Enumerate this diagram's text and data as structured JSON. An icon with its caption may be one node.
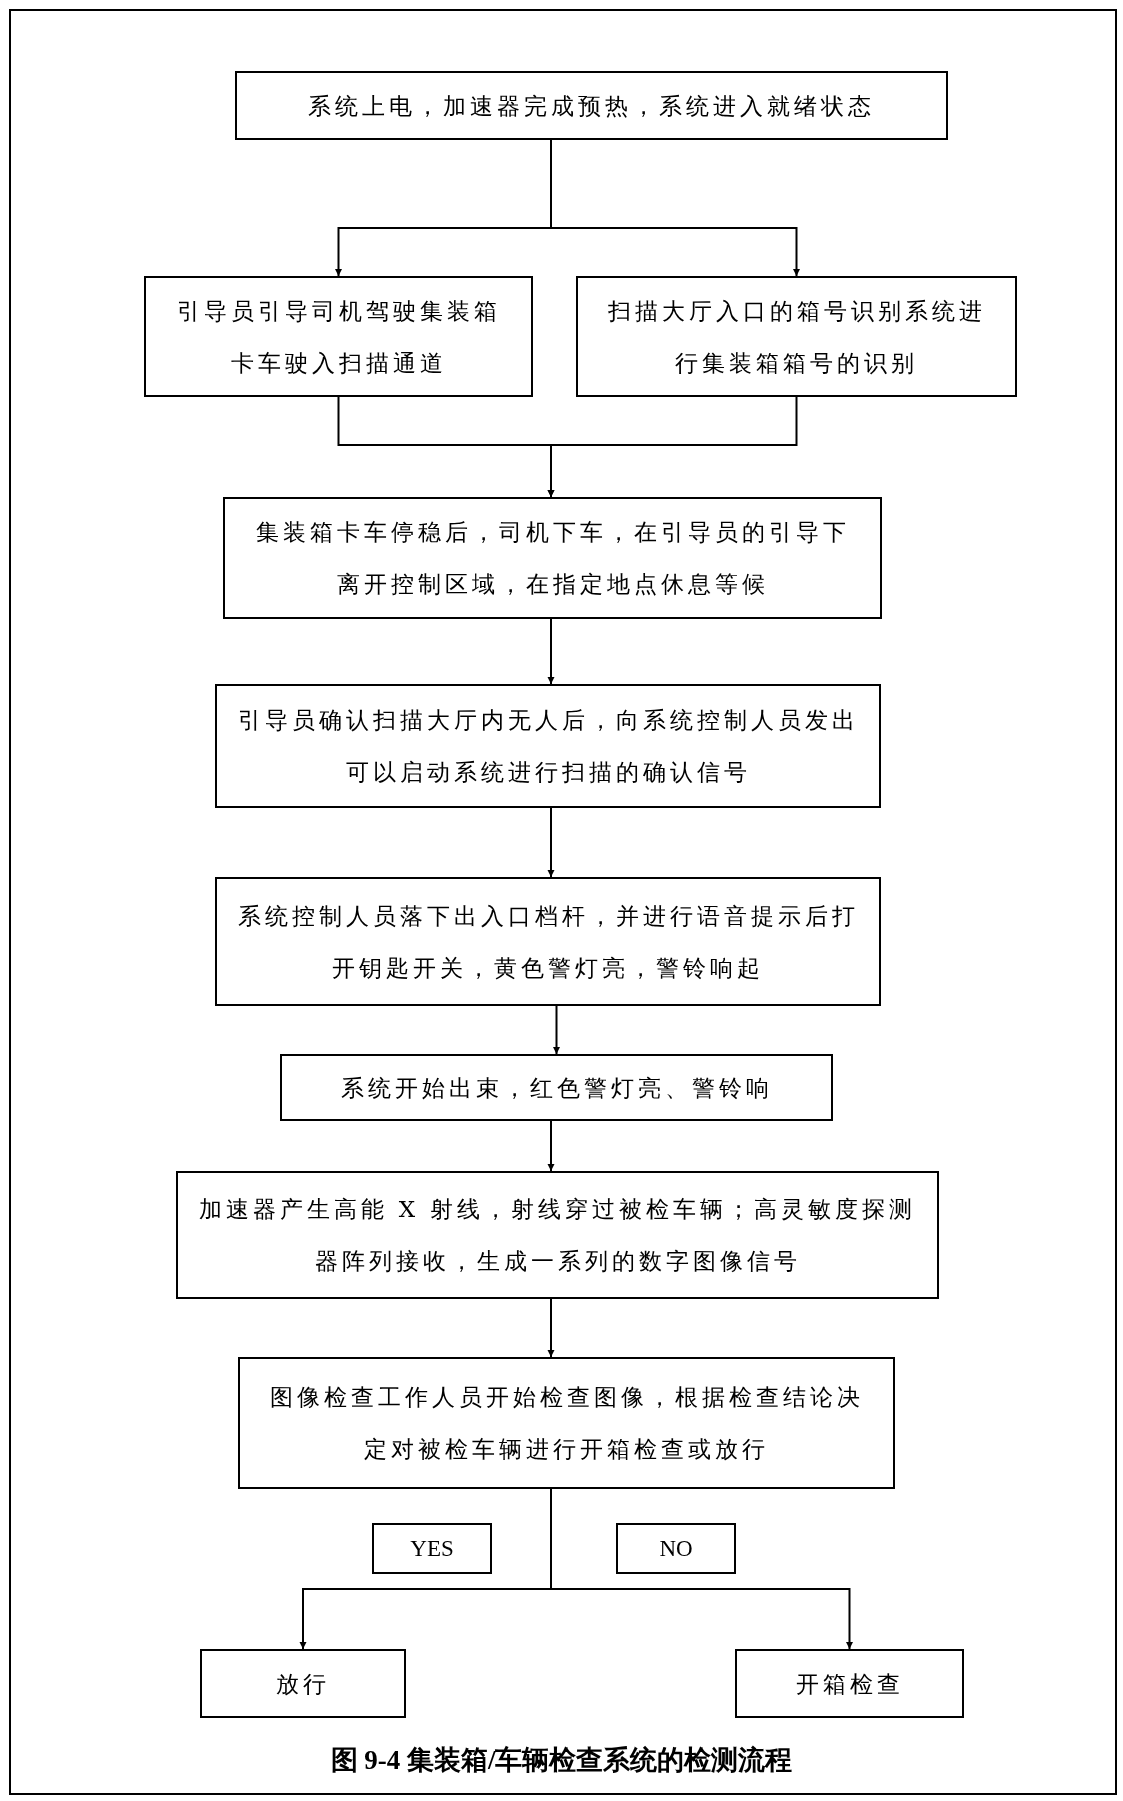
{
  "diagram": {
    "caption": "图 9-4 集装箱/车辆检查系统的检测流程",
    "nodes": [
      {
        "text": [
          "系统上电，加速器完成预热，系统进入就绪状态"
        ]
      },
      {
        "text": [
          "引导员引导司机驾驶集装箱卡车驶入扫描通道"
        ]
      },
      {
        "text": [
          "扫描大厅入口的箱号识别系统进行集装箱箱号的识别"
        ]
      },
      {
        "text": [
          "集装箱卡车停稳后，司机下车，在引导员的引导下离开控制区域，在指定地点休息等候"
        ]
      },
      {
        "text": [
          "引导员确认扫描大厅内无人后，向系统控制人员发出可以启动系统进行扫描的确认信号"
        ]
      },
      {
        "text": [
          "系统控制人员落下出入口档杆，并进行语音提示后打开钥匙开关，黄色警灯亮，警铃响起"
        ]
      },
      {
        "text": [
          "系统开始出束，红色警灯亮、警铃响"
        ]
      },
      {
        "text": [
          "加速器产生高能 X 射线，射线穿过被检车辆；高灵敏度探测器阵列接收，生成一系列的数字图像信号"
        ]
      },
      {
        "text": [
          "图像检查工作人员开始检查图像，根据检查结论决定对被检车辆进行开箱检查或放行"
        ]
      },
      {
        "text": [
          "YES"
        ]
      },
      {
        "text": [
          "NO"
        ]
      },
      {
        "text": [
          "放行"
        ]
      },
      {
        "text": [
          "开箱检查"
        ]
      }
    ],
    "edges": [
      {
        "from": 0,
        "to": 1,
        "arrow": "to"
      },
      {
        "from": 0,
        "to": 2,
        "arrow": "to"
      },
      {
        "from": 1,
        "to": 3,
        "arrow": "to"
      },
      {
        "from": 2,
        "to": 3,
        "arrow": "to"
      },
      {
        "from": 3,
        "to": 4,
        "arrow": "to"
      },
      {
        "from": 4,
        "to": 5,
        "arrow": "to"
      },
      {
        "from": 5,
        "to": 6,
        "arrow": "to"
      },
      {
        "from": 6,
        "to": 7,
        "arrow": "to"
      },
      {
        "from": 7,
        "to": 8,
        "arrow": "to"
      },
      {
        "from": 8,
        "to": 11,
        "arrow": "to"
      },
      {
        "from": 8,
        "to": 12,
        "arrow": "to"
      }
    ]
  }
}
